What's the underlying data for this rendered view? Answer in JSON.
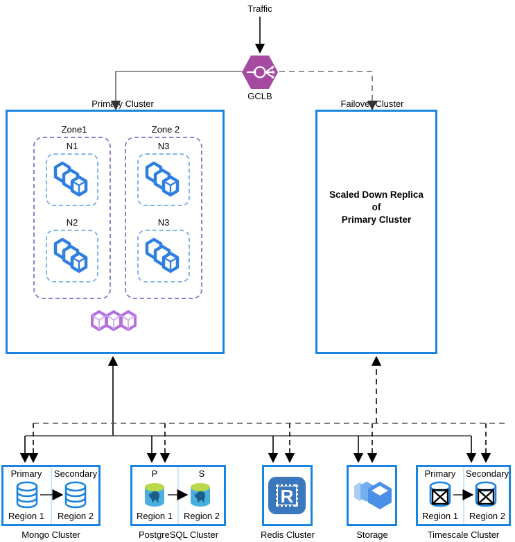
{
  "diagram": {
    "title_traffic": "Traffic",
    "gclb_label": "GCLB",
    "gclb_icon": "load-balancer-icon",
    "colors": {
      "cluster_border": "#1a85e0",
      "zone_dash": "#8c7fd4",
      "node_dash": "#7fb4ef",
      "gclb_purple": "#a649a0",
      "node_cube_blue": "#2e7fe0",
      "purple_cube": "#b36fe0",
      "redis_blue": "#3b77bd",
      "storage_blue": "#4a90e8",
      "postgres_cyan": "#49b0dd",
      "line_gray": "#6b6b6b"
    }
  },
  "primary_cluster": {
    "label": "Primary Cluster",
    "zones": [
      {
        "label": "Zone1",
        "nodes": [
          {
            "label": "N1",
            "icon": "cube-stack-icon"
          },
          {
            "label": "N2",
            "icon": "cube-stack-icon"
          }
        ]
      },
      {
        "label": "Zone 2",
        "nodes": [
          {
            "label": "N3",
            "icon": "cube-stack-icon"
          },
          {
            "label": "N3",
            "icon": "cube-stack-icon"
          }
        ]
      }
    ],
    "shared_icon": "purple-cube-row-icon"
  },
  "failover_cluster": {
    "label": "Failover Cluster",
    "body_line1": "Scaled Down Replica",
    "body_line2": "of",
    "body_line3": "Primary Cluster"
  },
  "datastores": [
    {
      "name": "Mongo Cluster",
      "kind": "split",
      "left": {
        "role": "Primary",
        "region": "Region 1",
        "icon": "database-cylinder-icon"
      },
      "right": {
        "role": "Secondary",
        "region": "Region 2",
        "icon": "database-cylinder-icon"
      }
    },
    {
      "name": "PostgreSQL Cluster",
      "kind": "split",
      "left": {
        "role": "P",
        "region": "Region 1",
        "icon": "postgres-elephant-icon"
      },
      "right": {
        "role": "S",
        "region": "Region 2",
        "icon": "postgres-elephant-icon"
      }
    },
    {
      "name": "Redis Cluster",
      "kind": "single",
      "center": {
        "icon": "redis-chip-icon",
        "glyph": "R"
      }
    },
    {
      "name": "Storage",
      "kind": "single",
      "center": {
        "icon": "storage-cubes-icon"
      }
    },
    {
      "name": "Timescale Cluster",
      "kind": "split",
      "left": {
        "role": "Primary",
        "region": "Region 1",
        "icon": "timescale-cylinder-icon"
      },
      "right": {
        "role": "Secondary",
        "region": "Region 2",
        "icon": "timescale-cylinder-icon"
      }
    }
  ]
}
